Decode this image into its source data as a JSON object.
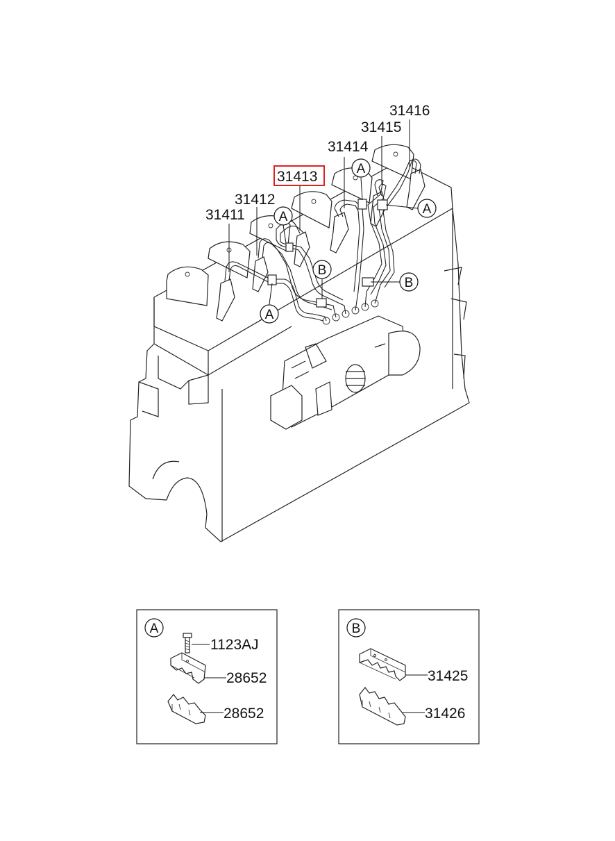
{
  "main_labels": {
    "p31411": "31411",
    "p31412": "31412",
    "p31413": "31413",
    "p31414": "31414",
    "p31415": "31415",
    "p31416": "31416"
  },
  "callouts": {
    "a": "A",
    "b": "B"
  },
  "detail_a": {
    "title": "A",
    "bolt": "1123AJ",
    "clamp_upper": "28652",
    "clamp_lower": "28652"
  },
  "detail_b": {
    "title": "B",
    "clamp_upper": "31425",
    "clamp_lower": "31426"
  },
  "highlight_color": "#e02020"
}
